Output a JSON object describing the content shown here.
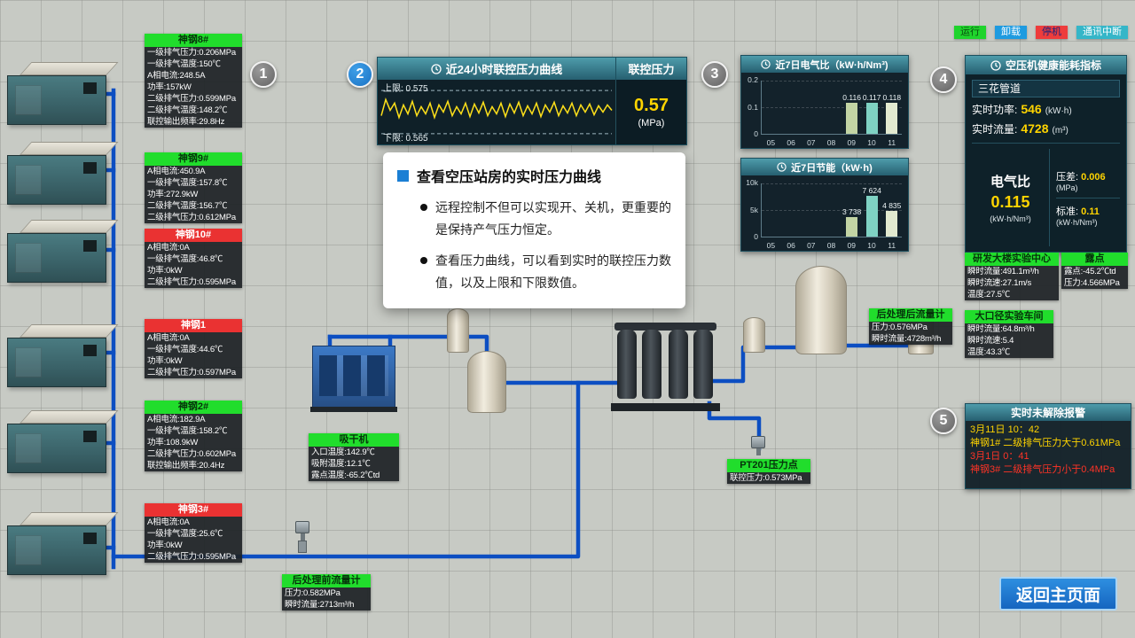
{
  "legend": {
    "items": [
      {
        "label": "运行",
        "bg": "#1fd42c",
        "fg": "#0a4d0f"
      },
      {
        "label": "卸载",
        "bg": "#1e9be0",
        "fg": "#ffffff"
      },
      {
        "label": "停机",
        "bg": "#ee3c3c",
        "fg": "#1a237e"
      },
      {
        "label": "通讯中断",
        "bg": "#35b6c8",
        "fg": "#ffffff"
      }
    ]
  },
  "steps": [
    "1",
    "2",
    "3",
    "4",
    "5"
  ],
  "compressors": [
    {
      "name": "神钢8#",
      "state": "run",
      "rows": [
        "一级排气压力:0.206MPa",
        "一级排气温度:150℃",
        "A相电流:248.5A",
        "功率:157kW",
        "二级排气压力:0.599MPa",
        "二级排气温度:148.2℃",
        "联控输出频率:29.8Hz"
      ]
    },
    {
      "name": "神钢9#",
      "state": "run",
      "rows": [
        "A相电流:450.9A",
        "一级排气温度:157.8℃",
        "功率:272.9kW",
        "二级排气温度:156.7℃",
        "二级排气压力:0.612MPa"
      ]
    },
    {
      "name": "神钢10#",
      "state": "stop",
      "rows": [
        "A相电流:0A",
        "一级排气温度:46.8℃",
        "功率:0kW",
        "二级排气压力:0.595MPa"
      ]
    },
    {
      "name": "神钢1",
      "state": "stop",
      "rows": [
        "A相电流:0A",
        "一级排气温度:44.6℃",
        "功率:0kW",
        "二级排气压力:0.597MPa"
      ]
    },
    {
      "name": "神钢2#",
      "state": "run",
      "rows": [
        "A相电流:182.9A",
        "一级排气温度:158.2℃",
        "功率:108.9kW",
        "二级排气压力:0.602MPa",
        "联控输出频率:20.4Hz"
      ]
    },
    {
      "name": "神钢3#",
      "state": "stop",
      "rows": [
        "A相电流:0A",
        "一级排气温度:25.6℃",
        "功率:0kW",
        "二级排气压力:0.595MPa"
      ]
    }
  ],
  "pressure_panel": {
    "title": "近24小时联控压力曲线",
    "right_title": "联控压力",
    "value": "0.57",
    "unit": "(MPa)",
    "upper": "上限: 0.575",
    "lower": "下限: 0.565"
  },
  "tooltip": {
    "title": "查看空压站房的实时压力曲线",
    "bullets": [
      "远程控制不但可以实现开、关机，更重要的是保持产气压力恒定。",
      "查看压力曲线，可以看到实时的联控压力数值，以及上限和下限数值。"
    ]
  },
  "charts": [
    {
      "type": "bar",
      "title": "近7日电气比（kW·h/Nm³)",
      "y_ticks": [
        "0.2",
        "0.1",
        "0"
      ],
      "ylim": [
        0,
        0.2
      ],
      "categories": [
        "05",
        "06",
        "07",
        "08",
        "09",
        "10",
        "11"
      ],
      "values": [
        null,
        null,
        null,
        null,
        0.116,
        0.117,
        0.118
      ],
      "labels": [
        "",
        "",
        "",
        "",
        "0.116",
        "0.117",
        "0.118"
      ],
      "bar_colors": [
        "",
        "",
        "",
        "",
        "#c2d4a4",
        "#7fd2c3",
        "#e2ead0"
      ]
    },
    {
      "type": "bar",
      "title": "近7日节能（kW·h)",
      "y_ticks": [
        "10k",
        "5k",
        "0"
      ],
      "ylim": [
        0,
        10000
      ],
      "categories": [
        "05",
        "06",
        "07",
        "08",
        "09",
        "10",
        "11"
      ],
      "values": [
        null,
        null,
        null,
        null,
        3738,
        7624,
        4835
      ],
      "labels": [
        "",
        "",
        "",
        "",
        "3 738",
        "7 624",
        "4 835"
      ],
      "bar_colors": [
        "",
        "",
        "",
        "",
        "#c2d4a4",
        "#7fd2c3",
        "#e2ead0"
      ]
    }
  ],
  "health_panel": {
    "title": "空压机健康能耗指标",
    "selector": "三花管道",
    "power_label": "实时功率:",
    "power_value": "546",
    "power_unit": "(kW·h)",
    "flow_label": "实时流量:",
    "flow_value": "4728",
    "flow_unit": "(m³)",
    "ratio_label": "电气比",
    "ratio_value": "0.115",
    "ratio_unit": "(kW·h/Nm³)",
    "diff_label": "压差:",
    "diff_value": "0.006",
    "diff_unit": "(MPa)",
    "std_label": "标准:",
    "std_value": "0.11",
    "std_unit": "(kW·h/Nm³)"
  },
  "field_panels": [
    {
      "name": "研发大楼实验中心",
      "rows": [
        "瞬时流量:491.1m³/h",
        "瞬时流速:27.1m/s",
        "温度:27.5℃"
      ]
    },
    {
      "name": "露点",
      "rows": [
        "露点:-45.2℃td",
        "压力:4.566MPa"
      ]
    },
    {
      "name": "大口径实验车间",
      "rows": [
        "瞬时流量:64.8m³/h",
        "瞬时流速:5.4",
        "温度:43.3℃"
      ]
    },
    {
      "name": "吸干机",
      "rows": [
        "入口温度:142.9℃",
        "吸附温度:12.1℃",
        "露点温度:-65.2℃td"
      ]
    },
    {
      "name": "后处理前流量计",
      "rows": [
        "压力:0.582MPa",
        "瞬时流量:2713m³/h"
      ]
    },
    {
      "name": "PT201压力点",
      "rows": [
        "联控压力:0.573MPa"
      ]
    },
    {
      "name": "后处理后流量计",
      "rows": [
        "压力:0.576MPa",
        "瞬时流量:4728m³/h"
      ]
    }
  ],
  "alarm_panel": {
    "title": "实时未解除报警",
    "entries": [
      {
        "time": "3月11日 10：42",
        "text": "神钢1# 二级排气压力大于0.61MPa",
        "color": "#ffd400"
      },
      {
        "time": "3月1日 0：41",
        "text": "神钢3# 二级排气压力小于0.4MPa",
        "color": "#ff3326"
      }
    ]
  },
  "back_button": "返回主页面"
}
